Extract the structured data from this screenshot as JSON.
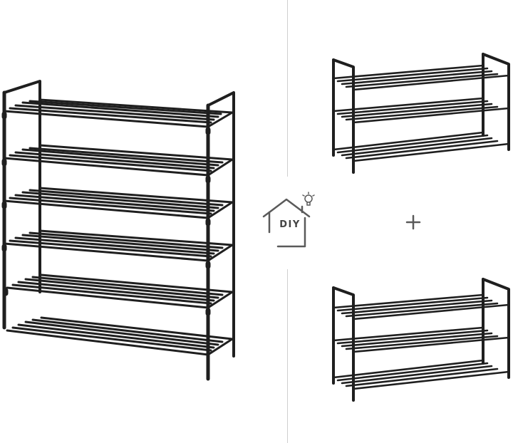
{
  "scene": {
    "description_visible": false,
    "background_color": "#ffffff",
    "frame_color": "#1f1f1f",
    "divider_color": "#cfcfcf",
    "icon_color": "#5a5a5a"
  },
  "badge": {
    "text": "DIY",
    "icons": [
      "house-outline-icon",
      "lightbulb-icon"
    ]
  },
  "combine_symbol": "+",
  "products": [
    {
      "name": "rack-large",
      "tiers": 6
    },
    {
      "name": "rack-small-top",
      "tiers": 3
    },
    {
      "name": "rack-small-bottom",
      "tiers": 3
    }
  ]
}
